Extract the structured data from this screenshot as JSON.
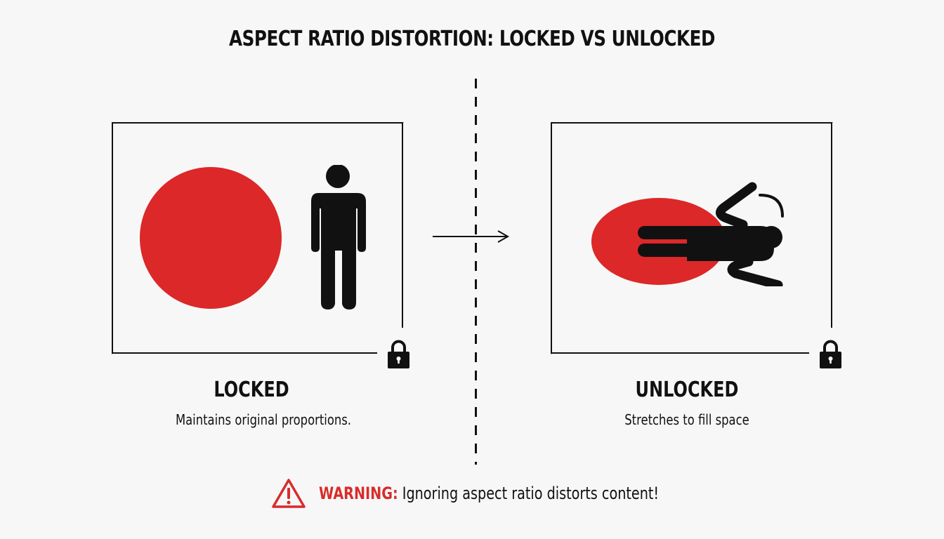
{
  "title": "ASPECT RATIO DISTORTION: LOCKED VS UNLOCKED",
  "colors": {
    "background": "#f7f7f7",
    "ink": "#111111",
    "accent_red": "#dc2828",
    "warning_red": "#d92b2b"
  },
  "panels": {
    "locked": {
      "label": "LOCKED",
      "caption": "Maintains original proportions.",
      "icon": "lock-icon",
      "shapes": [
        "red-circle",
        "standing-person-icon"
      ]
    },
    "unlocked": {
      "label": "UNLOCKED",
      "caption": "Stretches to fill space",
      "icon": "lock-icon",
      "shapes": [
        "stretched-red-ellipse",
        "distorted-person-icon"
      ]
    }
  },
  "transition": {
    "icon": "arrow-right-icon"
  },
  "warning": {
    "icon": "warning-triangle-icon",
    "label": "WARNING:",
    "message": " Ignoring aspect ratio distorts content!"
  }
}
